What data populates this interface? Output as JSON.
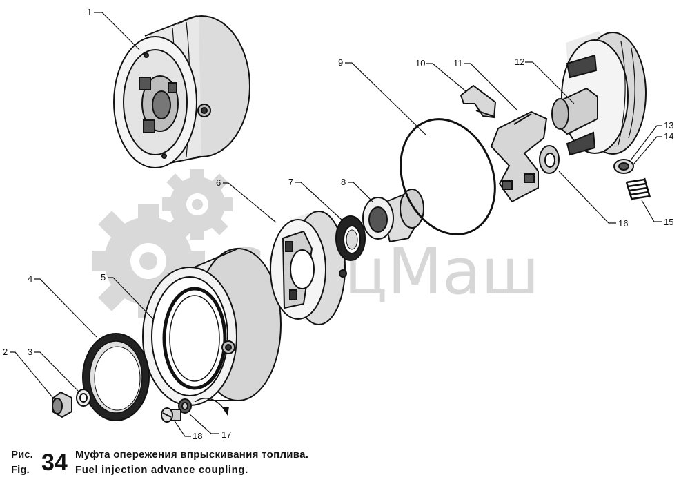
{
  "figure": {
    "prefix_ru": "Рис.",
    "prefix_en": "Fig.",
    "number": "34",
    "caption_ru": "Муфта опережения впрыскивания топлива.",
    "caption_en": "Fuel injection advance coupling."
  },
  "watermark": {
    "text": "СпецМаш"
  },
  "callouts": [
    "1",
    "2",
    "3",
    "4",
    "5",
    "6",
    "7",
    "8",
    "9",
    "10",
    "11",
    "12",
    "13",
    "14",
    "15",
    "16",
    "17",
    "18"
  ]
}
